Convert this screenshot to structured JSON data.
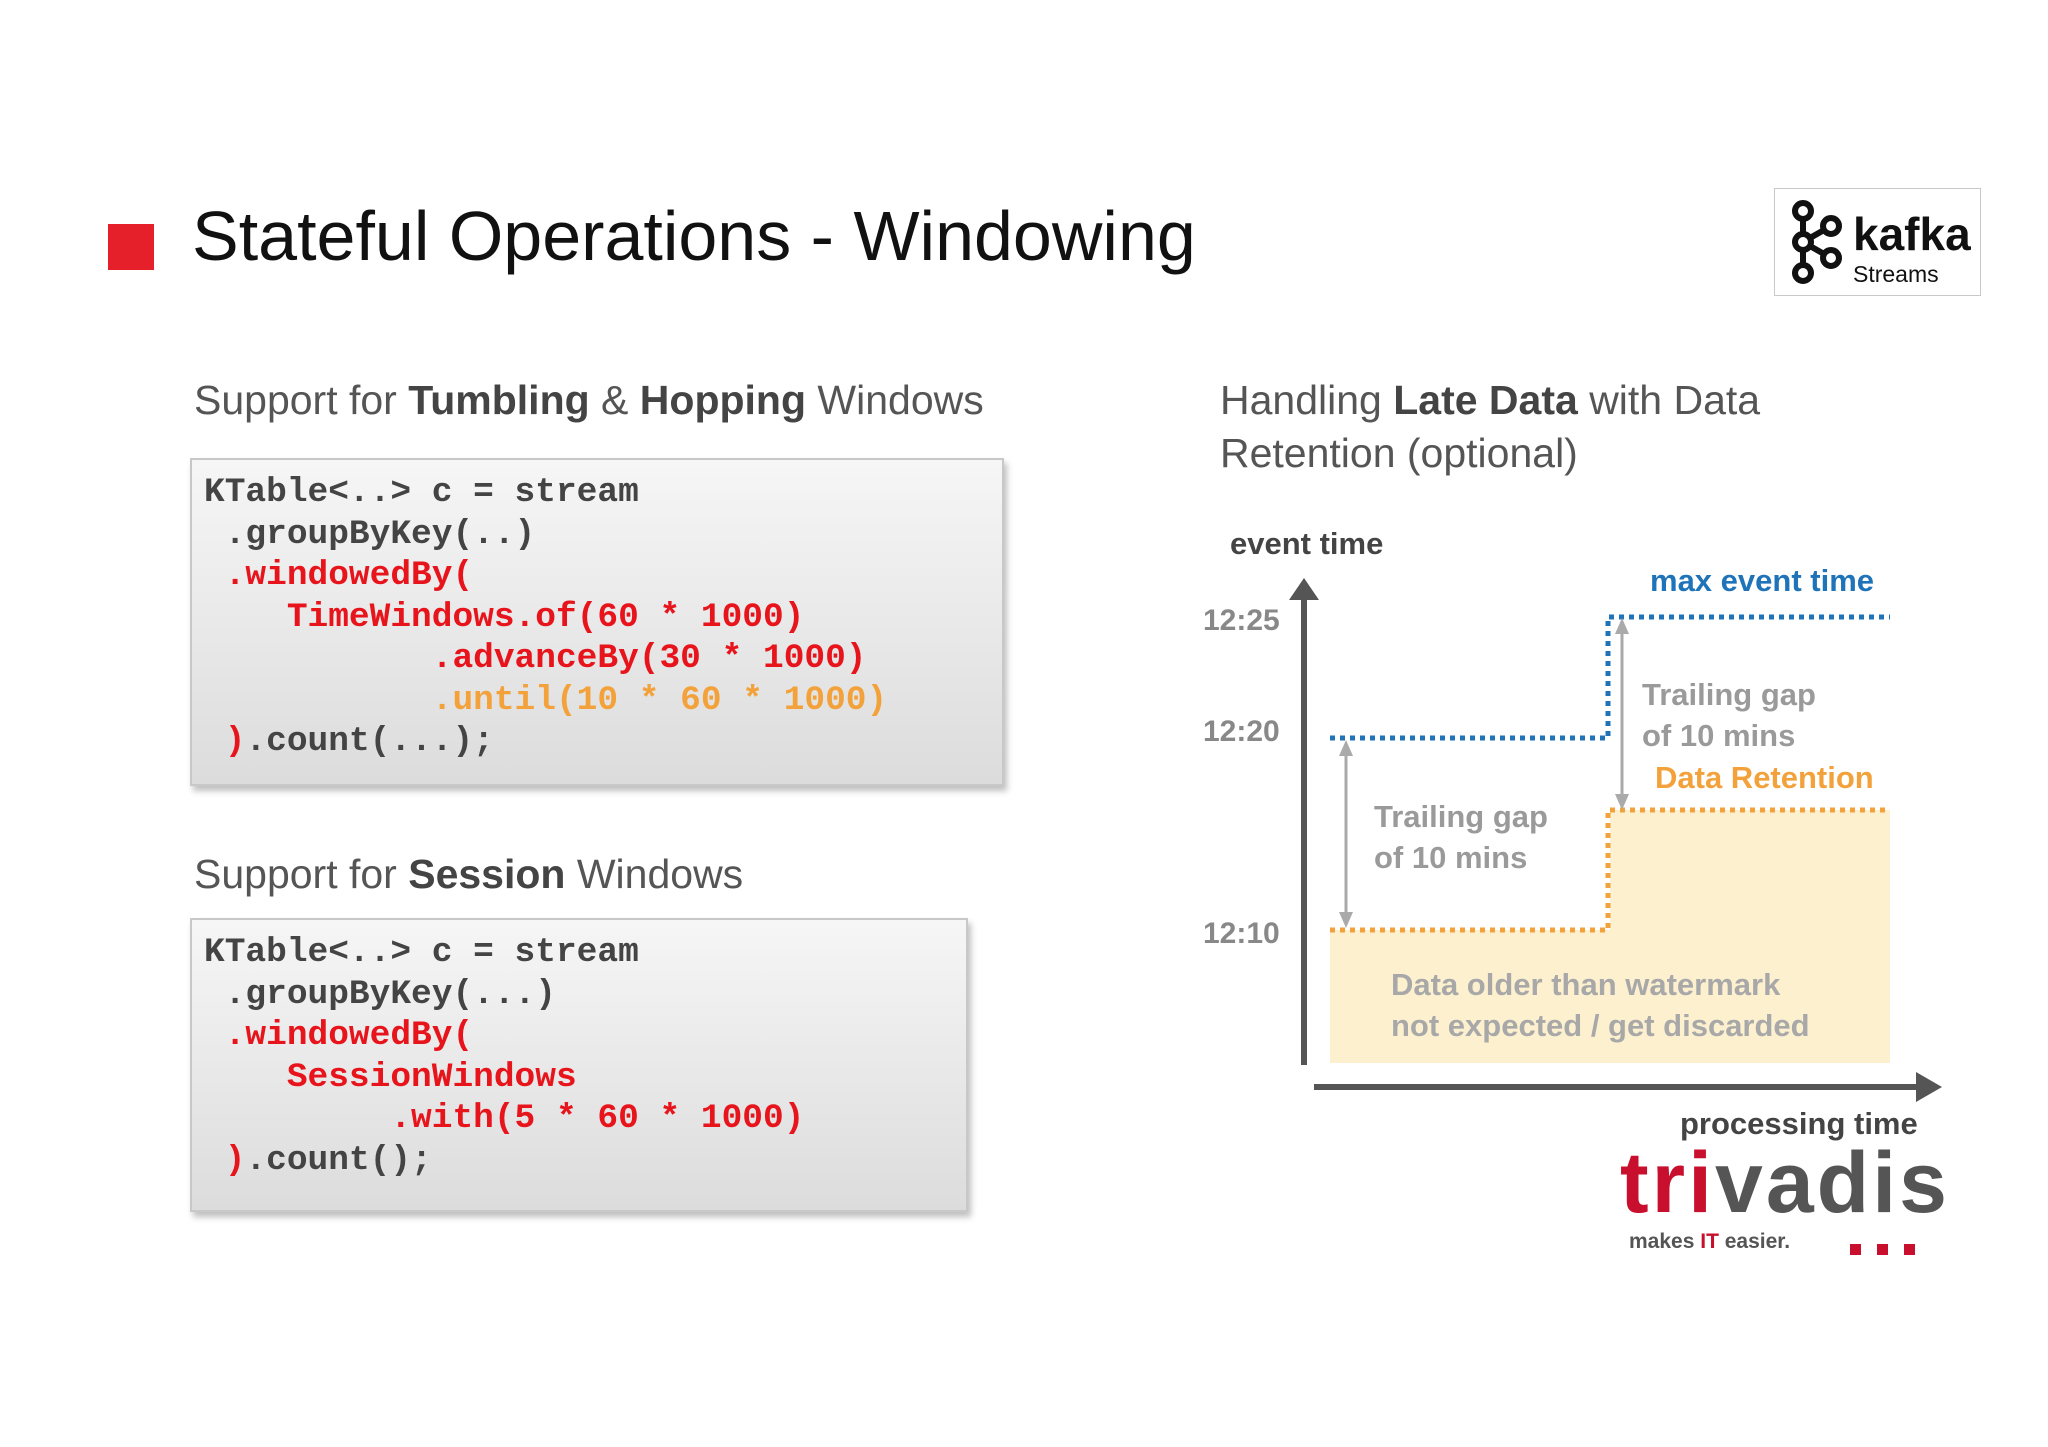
{
  "title": "Stateful Operations - Windowing",
  "logo": {
    "word": "kafka",
    "sub": "Streams"
  },
  "left": {
    "heading1": {
      "pre": "Support for ",
      "b1": "Tumbling",
      "mid": " & ",
      "b2": "Hopping",
      "post": " Windows"
    },
    "code1": [
      {
        "text": "KTable<..> c = stream",
        "color": "gray"
      },
      {
        "text": " .groupByKey(..)",
        "color": "gray"
      },
      {
        "text": " .windowedBy(",
        "color": "red"
      },
      {
        "text": "    TimeWindows.of(60 * 1000)",
        "color": "red"
      },
      {
        "text": "           .advanceBy(30 * 1000)",
        "color": "red"
      },
      {
        "text": "           .until(10 * 60 * 1000)",
        "color": "orange"
      },
      {
        "text": " ).count(...);",
        "color": "mixed"
      }
    ],
    "heading2": {
      "pre": "Support for ",
      "b1": "Session",
      "post": " Windows"
    },
    "code2": [
      {
        "text": "KTable<..> c = stream",
        "color": "gray"
      },
      {
        "text": " .groupByKey(...)",
        "color": "gray"
      },
      {
        "text": " .windowedBy(",
        "color": "red"
      },
      {
        "text": "    SessionWindows",
        "color": "red"
      },
      {
        "text": "         .with(5 * 60 * 1000)",
        "color": "red"
      },
      {
        "text": " ).count();",
        "color": "mixed"
      }
    ],
    "code_closer": ")",
    "code_tail1": ".count(...);",
    "code_tail2": ".count();"
  },
  "right": {
    "heading": {
      "pre": "Handling ",
      "b1": "Late Data",
      "post": " with Data",
      "line2": "Retention (optional)"
    },
    "y_axis_label": "event time",
    "x_axis_label": "processing time",
    "ticks": [
      "12:25",
      "12:20",
      "12:10"
    ],
    "max_event_time": "max event time",
    "data_retention": "Data Retention",
    "gap_label_1": [
      "Trailing gap",
      "of 10 mins"
    ],
    "gap_label_2": [
      "Trailing gap",
      "of 10 mins"
    ],
    "discard_label": [
      "Data older than watermark",
      "not expected / get discarded"
    ],
    "colors": {
      "blue": "#1f73b9",
      "orange": "#f3a23b",
      "region": "#fdf0cf",
      "axis": "#555555"
    }
  },
  "footer_logo": {
    "pre": "tr",
    "accent": "i",
    "post": "vadis",
    "tag_pre": "makes ",
    "tag_it": "IT",
    "tag_post": " easier."
  }
}
